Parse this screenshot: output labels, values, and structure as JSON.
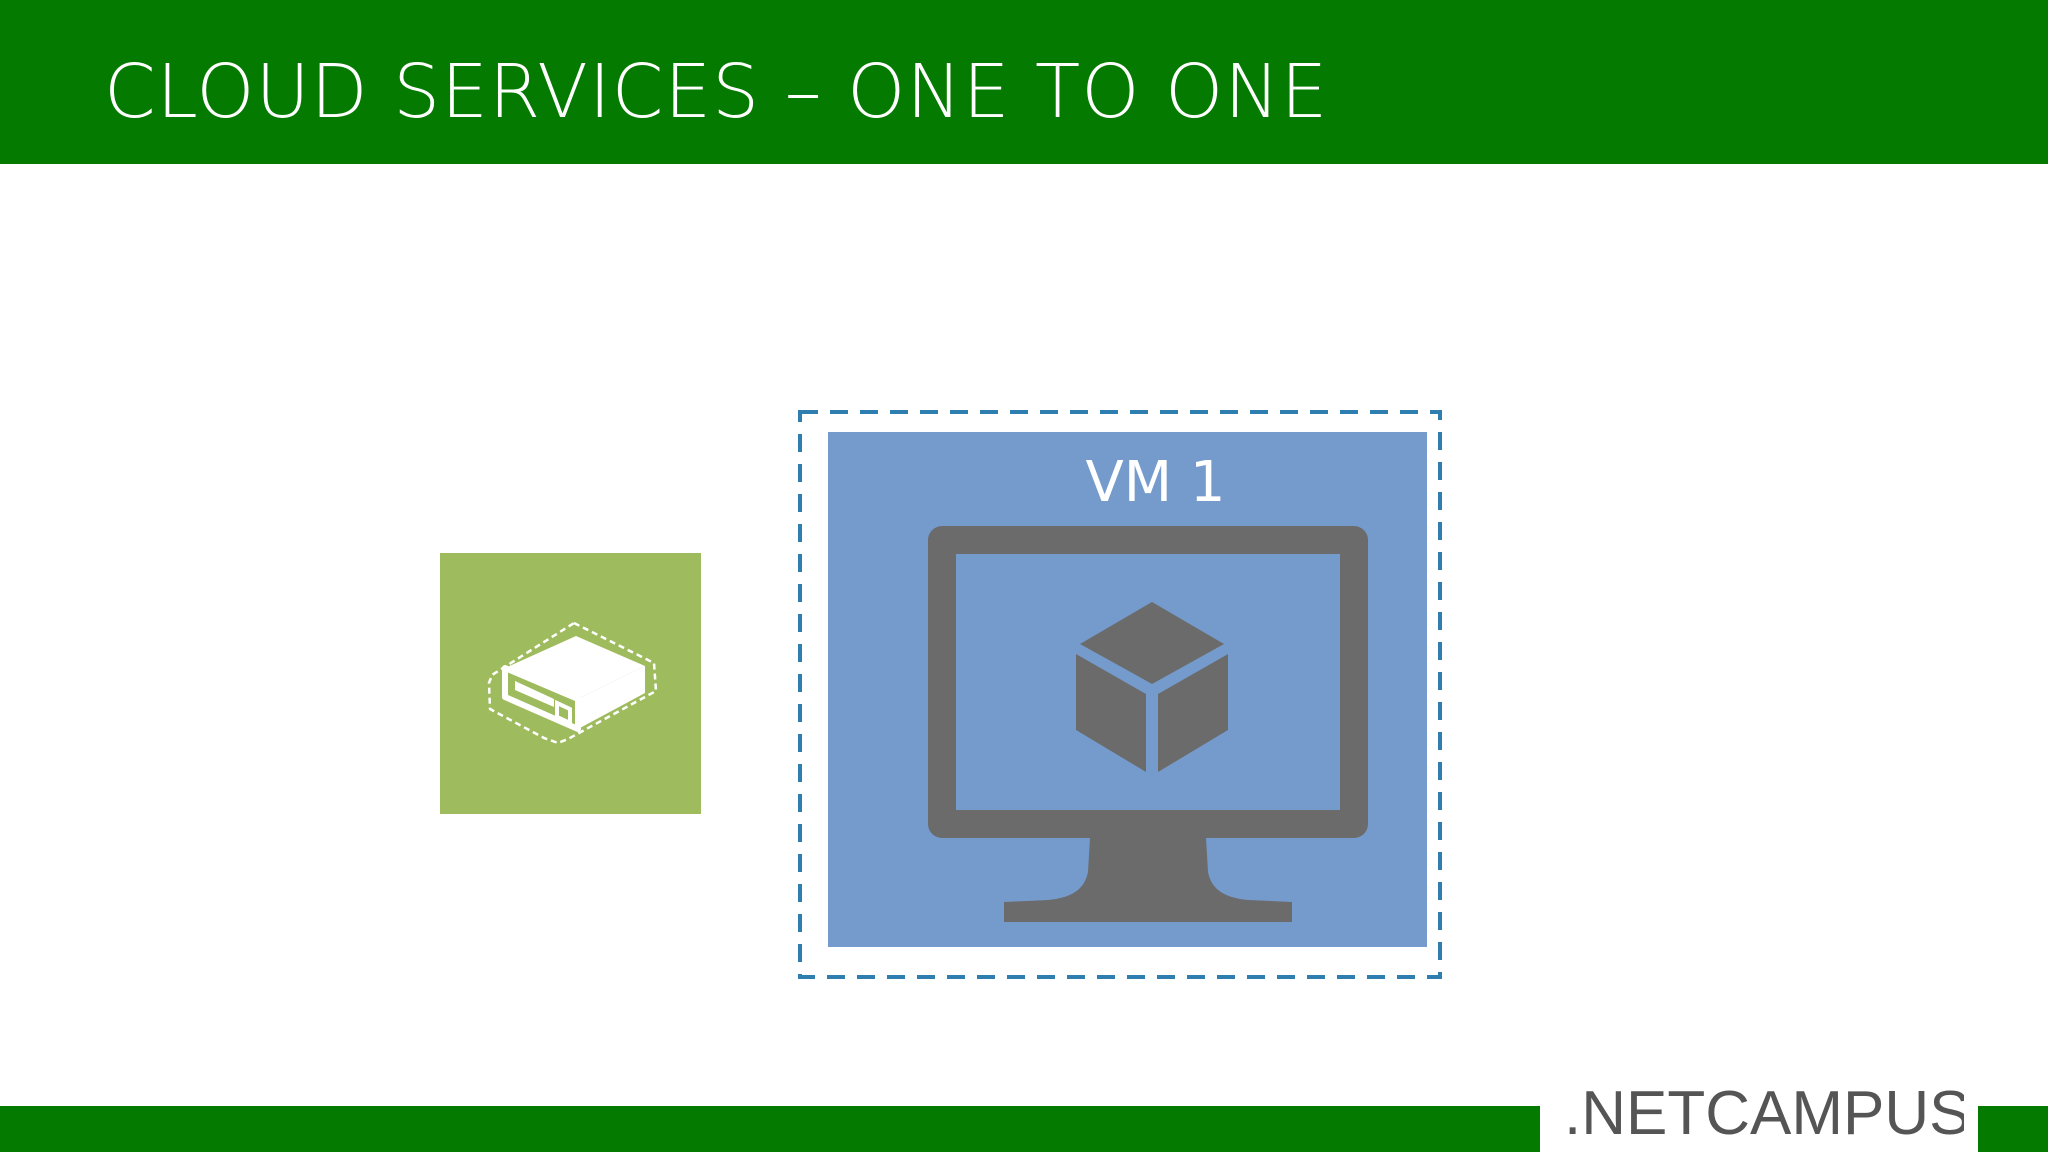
{
  "slide": {
    "title": "CLOUD SERVICES – ONE TO ONE"
  },
  "diagram": {
    "vm_label": "VM 1"
  },
  "footer": {
    "brand": ".NETCAMPUS"
  },
  "colors": {
    "header_green": "#057a00",
    "tile_green": "#9ebc5e",
    "vm_blue": "#759bcc",
    "boundary_blue": "#2e7fb0",
    "monitor_gray": "#6b6b6b"
  },
  "icons": {
    "cloud_service": "server-icon",
    "vm": "monitor-cube-icon"
  }
}
